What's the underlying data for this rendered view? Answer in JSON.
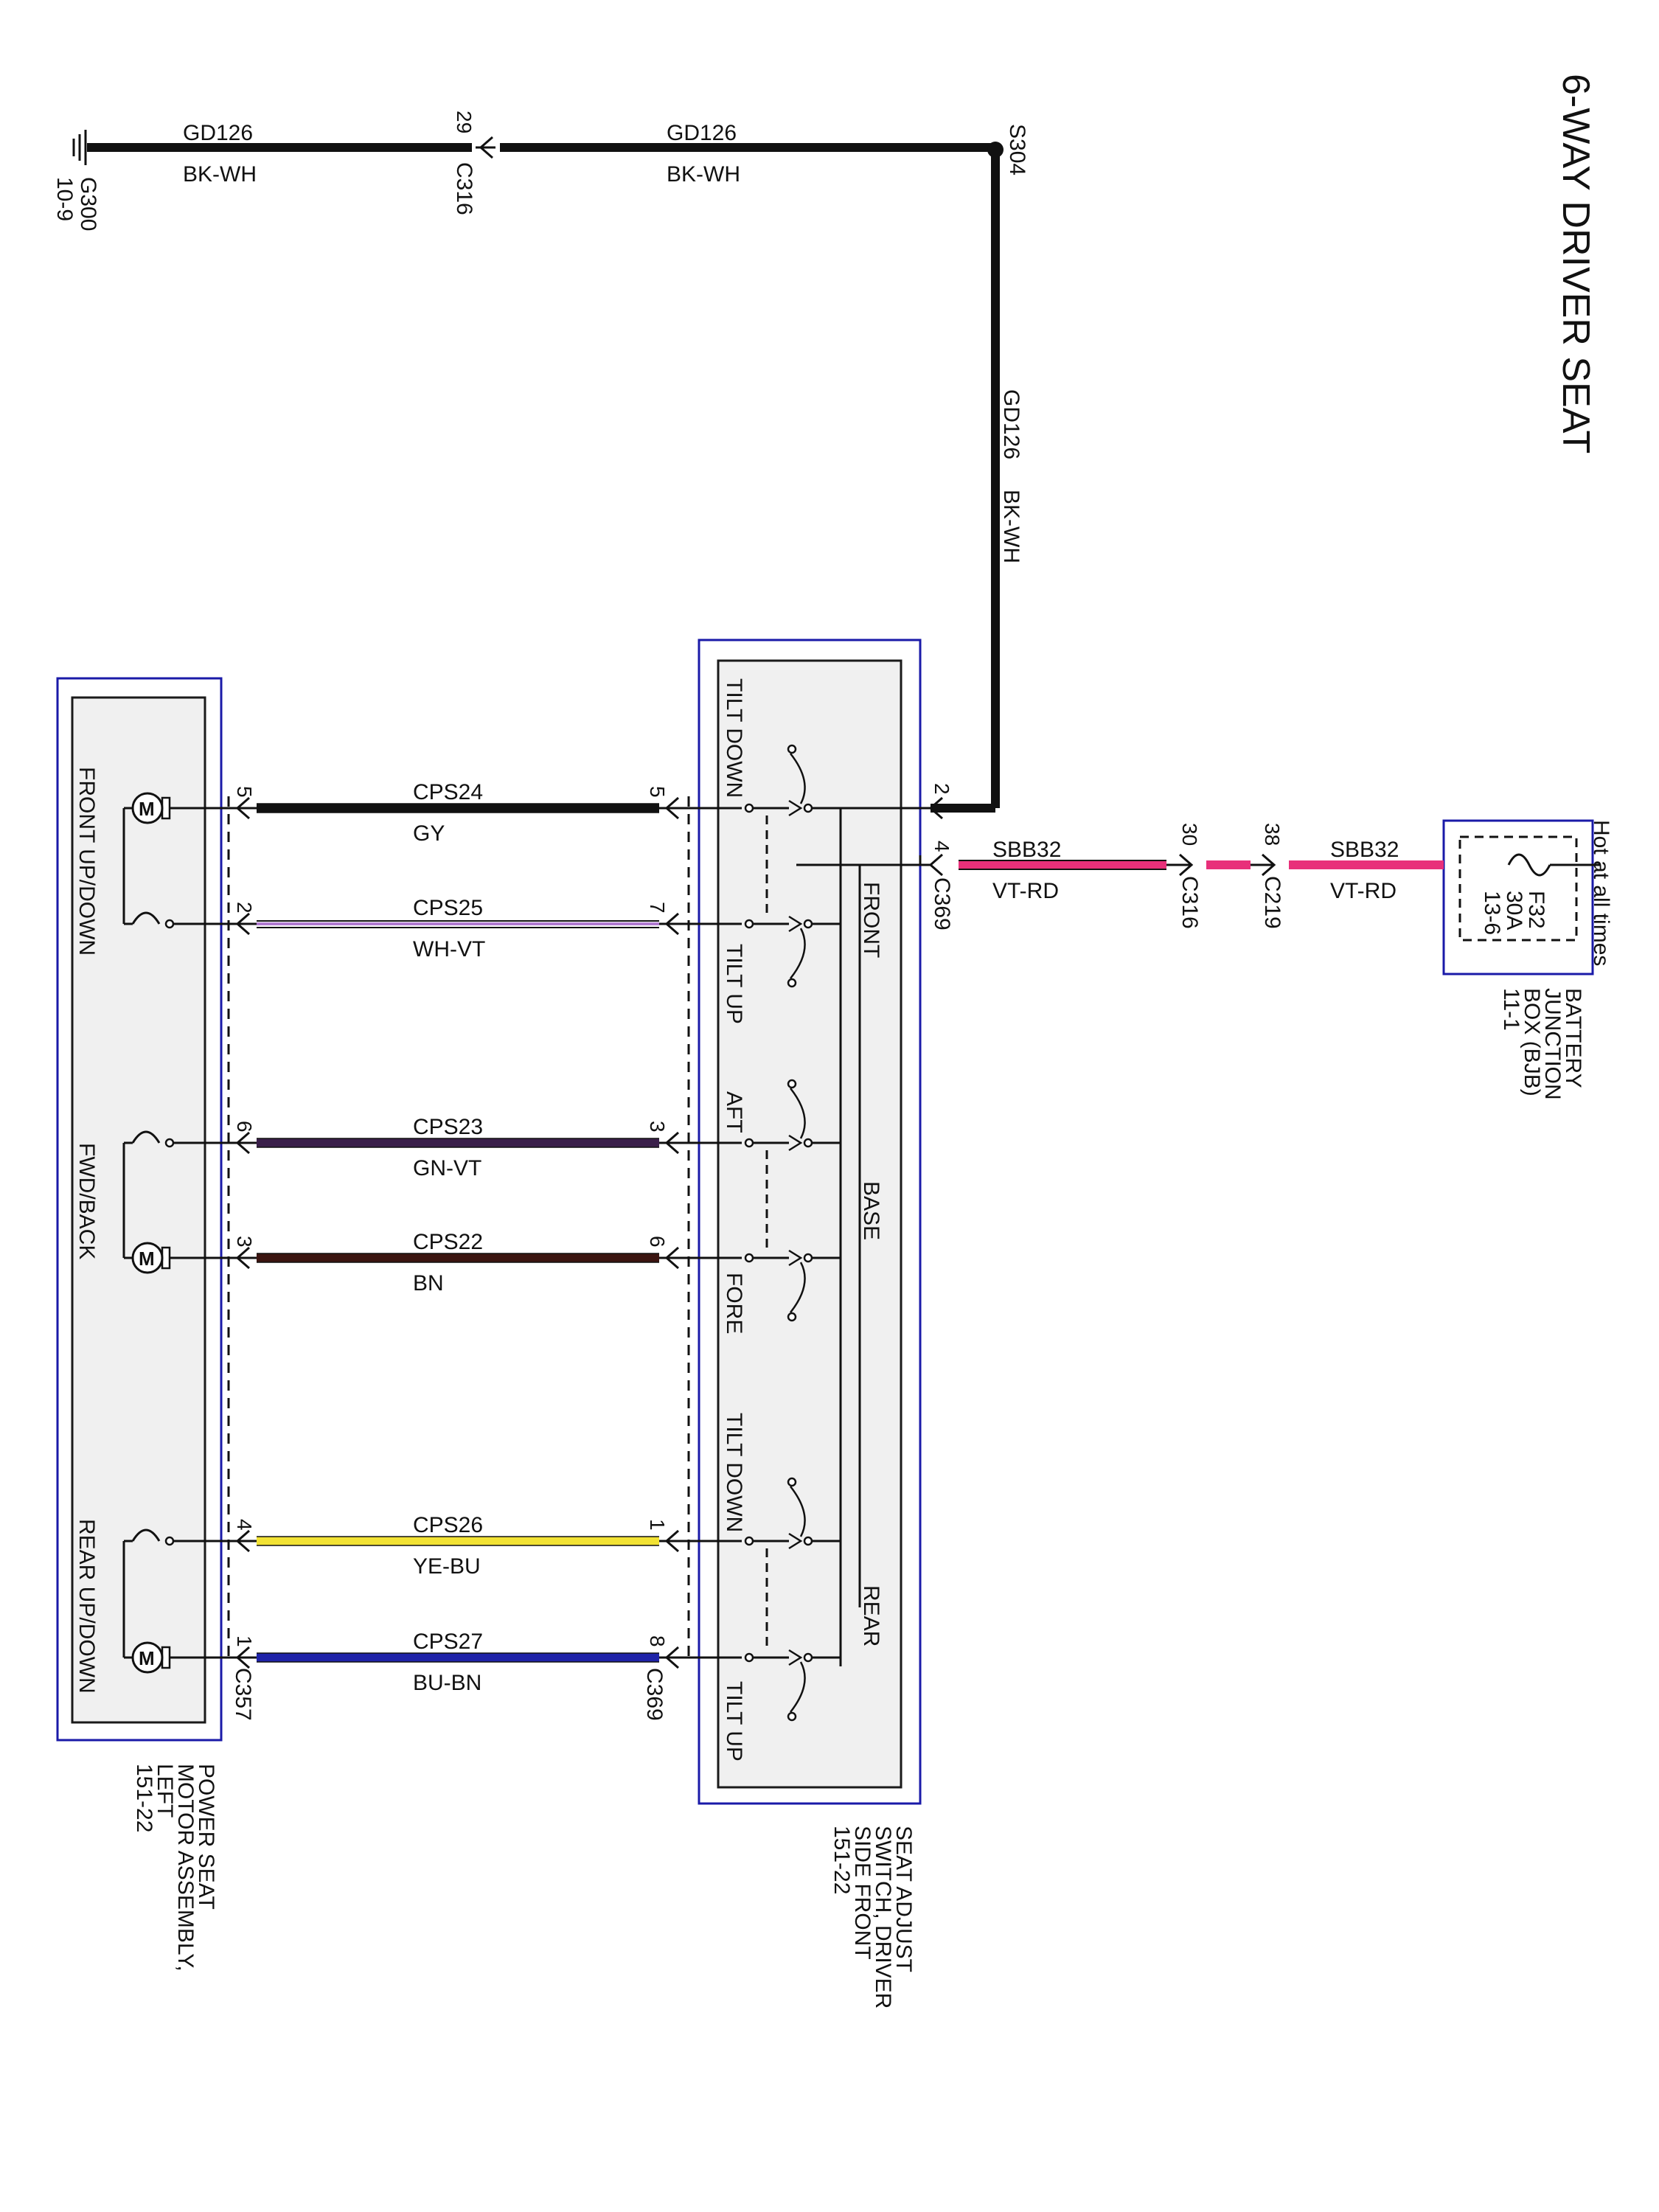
{
  "title": "6-WAY DRIVER SEAT",
  "ground": {
    "name": "G300",
    "ref": "10-9"
  },
  "splice": {
    "name": "S304"
  },
  "ground_circuit": {
    "segments": [
      {
        "circuit": "GD126",
        "color": "BK-WH"
      },
      {
        "circuit": "GD126",
        "color": "BK-WH"
      },
      {
        "circuit": "GD126",
        "color": "BK-WH"
      }
    ],
    "inline_connector": {
      "name": "C316",
      "pin": "29"
    }
  },
  "battery_junction_box": {
    "label_lines": [
      "BATTERY",
      "JUNCTION",
      "BOX (BJB)",
      "11-1"
    ],
    "hot_label": "Hot at all times",
    "fuse": {
      "name": "F32",
      "rating": "30A",
      "ref": "13-6"
    }
  },
  "power_circuit": {
    "circuit": "SBB32",
    "color": "VT-RD",
    "hex": "#e8307a",
    "connectors": [
      {
        "name": "C219",
        "pin": "38"
      },
      {
        "name": "C316",
        "pin": "30"
      }
    ]
  },
  "seat_switch": {
    "label_lines": [
      "SEAT ADJUST",
      "SWITCH, DRIVER",
      "SIDE FRONT",
      "151-22"
    ],
    "connector": "C369",
    "ground_pin": "2",
    "power_pin": "4",
    "groups": [
      "FRONT",
      "BASE",
      "REAR"
    ],
    "positions": [
      "TILT DOWN",
      "TILT UP",
      "AFT",
      "FORE",
      "TILT DOWN",
      "TILT UP"
    ]
  },
  "motor_assembly": {
    "label_lines": [
      "POWER SEAT",
      "MOTOR ASSEMBLY,",
      "LEFT",
      "151-22"
    ],
    "connector": "C357",
    "motors": [
      "FRONT UP/DOWN",
      "FWD/BACK",
      "REAR UP/DOWN"
    ]
  },
  "wires": [
    {
      "circuit": "CPS24",
      "color": "GY",
      "switch_pin": "5",
      "motor_pin": "5",
      "hex": "#111111"
    },
    {
      "circuit": "CPS25",
      "color": "WH-VT",
      "switch_pin": "7",
      "motor_pin": "2",
      "hex": "#b07ad0"
    },
    {
      "circuit": "CPS23",
      "color": "GN-VT",
      "switch_pin": "3",
      "motor_pin": "6",
      "hex": "#3a1f4a"
    },
    {
      "circuit": "CPS22",
      "color": "BN",
      "switch_pin": "6",
      "motor_pin": "3",
      "hex": "#3b1410"
    },
    {
      "circuit": "CPS26",
      "color": "YE-BU",
      "switch_pin": "1",
      "motor_pin": "4",
      "hex": "#f2e234"
    },
    {
      "circuit": "CPS27",
      "color": "BU-BN",
      "switch_pin": "8",
      "motor_pin": "1",
      "hex": "#1f23a8"
    }
  ]
}
